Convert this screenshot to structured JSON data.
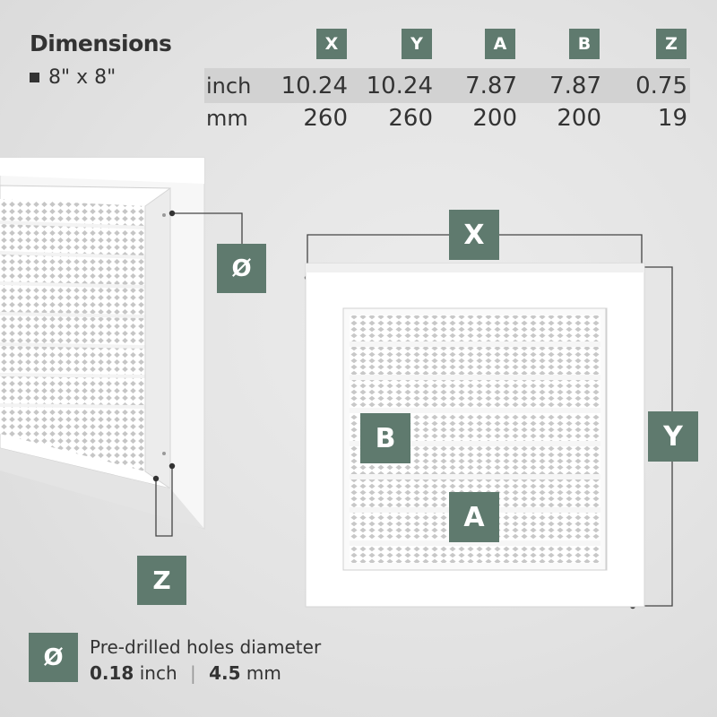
{
  "heading": {
    "title": "Dimensions",
    "size": "8\" x 8\""
  },
  "table": {
    "columns": [
      "X",
      "Y",
      "A",
      "B",
      "Z"
    ],
    "rows": [
      {
        "unit": "inch",
        "values": [
          "10.24",
          "10.24",
          "7.87",
          "7.87",
          "0.75"
        ]
      },
      {
        "unit": "mm",
        "values": [
          "260",
          "260",
          "200",
          "200",
          "19"
        ]
      }
    ]
  },
  "diagram": {
    "labels": {
      "x": "X",
      "y": "Y",
      "a": "A",
      "b": "B",
      "z": "Z",
      "hole": "Ø"
    }
  },
  "holes": {
    "title": "Pre-drilled holes diameter",
    "inch_value": "0.18",
    "inch_unit": "inch",
    "separator": "|",
    "mm_value": "4.5",
    "mm_unit": "mm",
    "icon": "Ø"
  },
  "colors": {
    "badge": "#5f7a6e",
    "text": "#333333",
    "band": "#d2d2d2",
    "background": "#e5e5e5"
  }
}
